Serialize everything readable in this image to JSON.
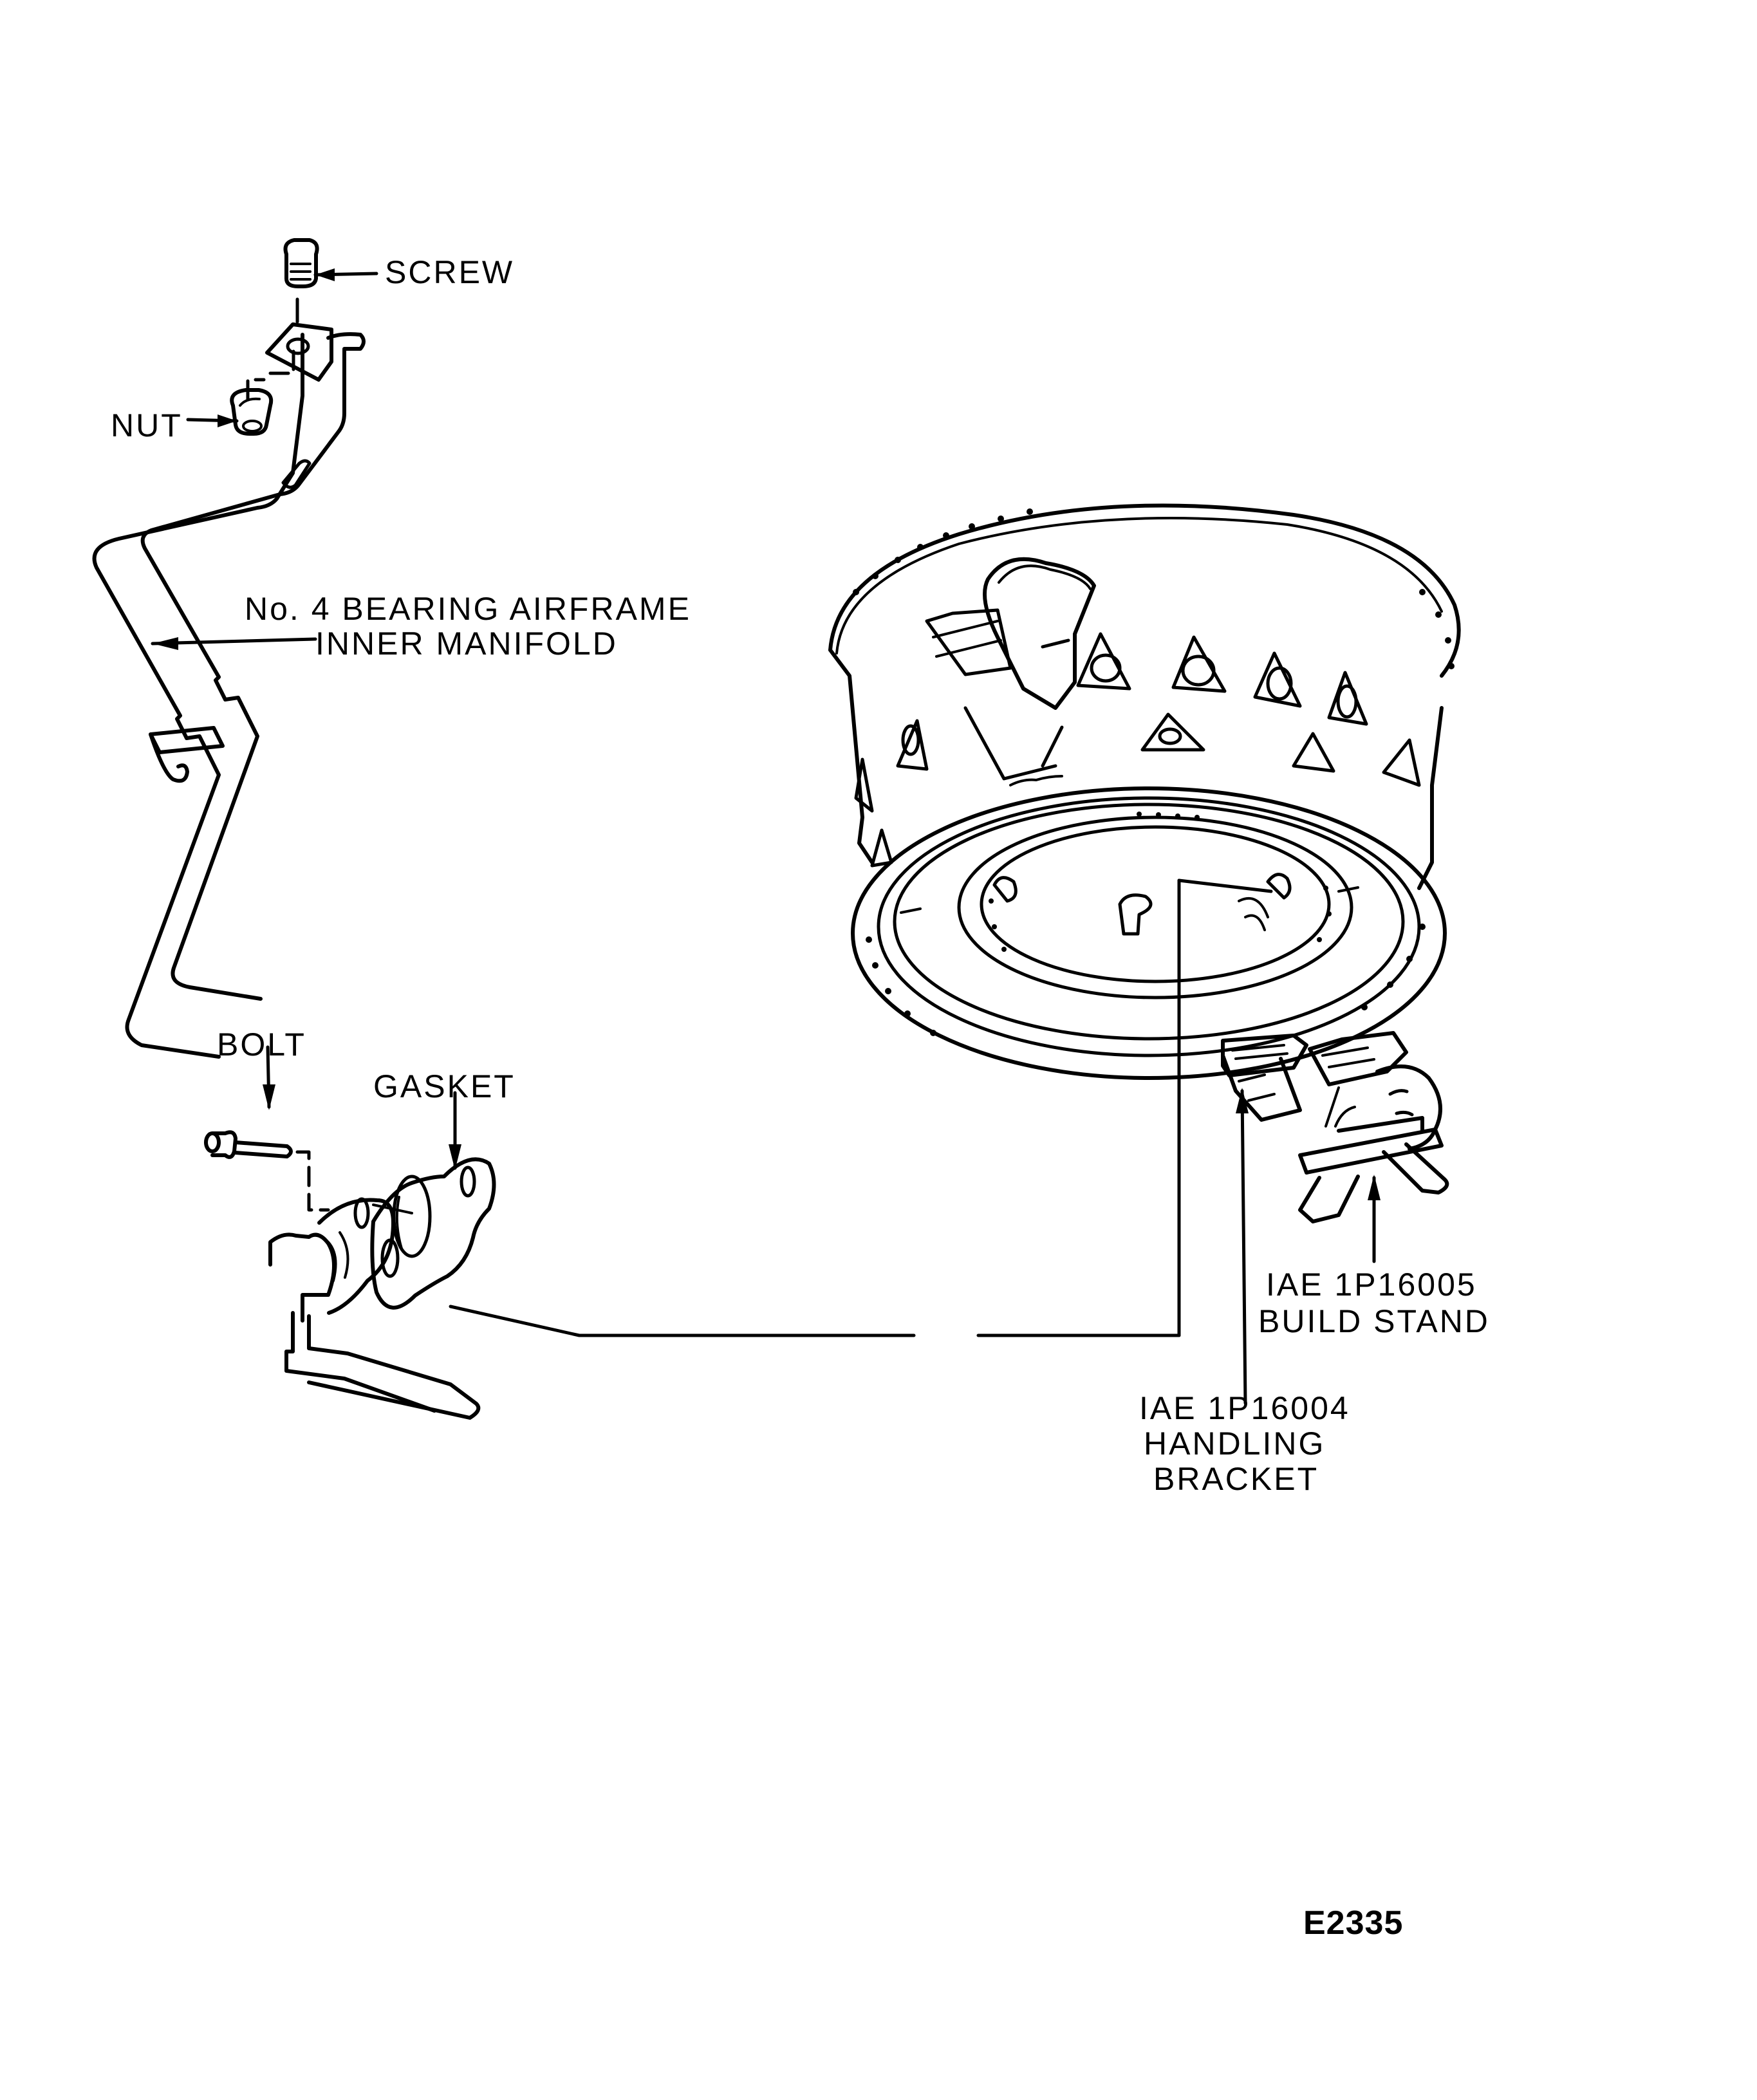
{
  "figure": {
    "id": "E2335",
    "type": "exploded parts illustration",
    "colors": {
      "ink": "#000000",
      "paper": "#ffffff"
    }
  },
  "labels": {
    "screw": "SCREW",
    "nut": "NUT",
    "manifold_line1": "No. 4 BEARING AIRFRAME",
    "manifold_line2": "INNER MANIFOLD",
    "bolt": "BOLT",
    "gasket": "GASKET",
    "build_stand_line1": "IAE 1P16005",
    "build_stand_line2": "BUILD STAND",
    "handling_bracket_line1": "IAE 1P16004",
    "handling_bracket_line2": "HANDLING",
    "handling_bracket_line3": "BRACKET"
  },
  "parts": [
    {
      "name": "Screw",
      "icon": "screw-icon"
    },
    {
      "name": "Nut",
      "icon": "nut-icon"
    },
    {
      "name": "No. 4 Bearing Airframe Inner Manifold",
      "icon": "manifold-pipe-icon"
    },
    {
      "name": "Bolt",
      "icon": "bolt-icon"
    },
    {
      "name": "Gasket",
      "icon": "gasket-icon"
    },
    {
      "name": "Engine case module",
      "icon": "engine-case-icon"
    },
    {
      "name": "IAE 1P16004 Handling Bracket",
      "icon": "handling-bracket-icon"
    },
    {
      "name": "IAE 1P16005 Build Stand",
      "icon": "build-stand-icon"
    }
  ]
}
